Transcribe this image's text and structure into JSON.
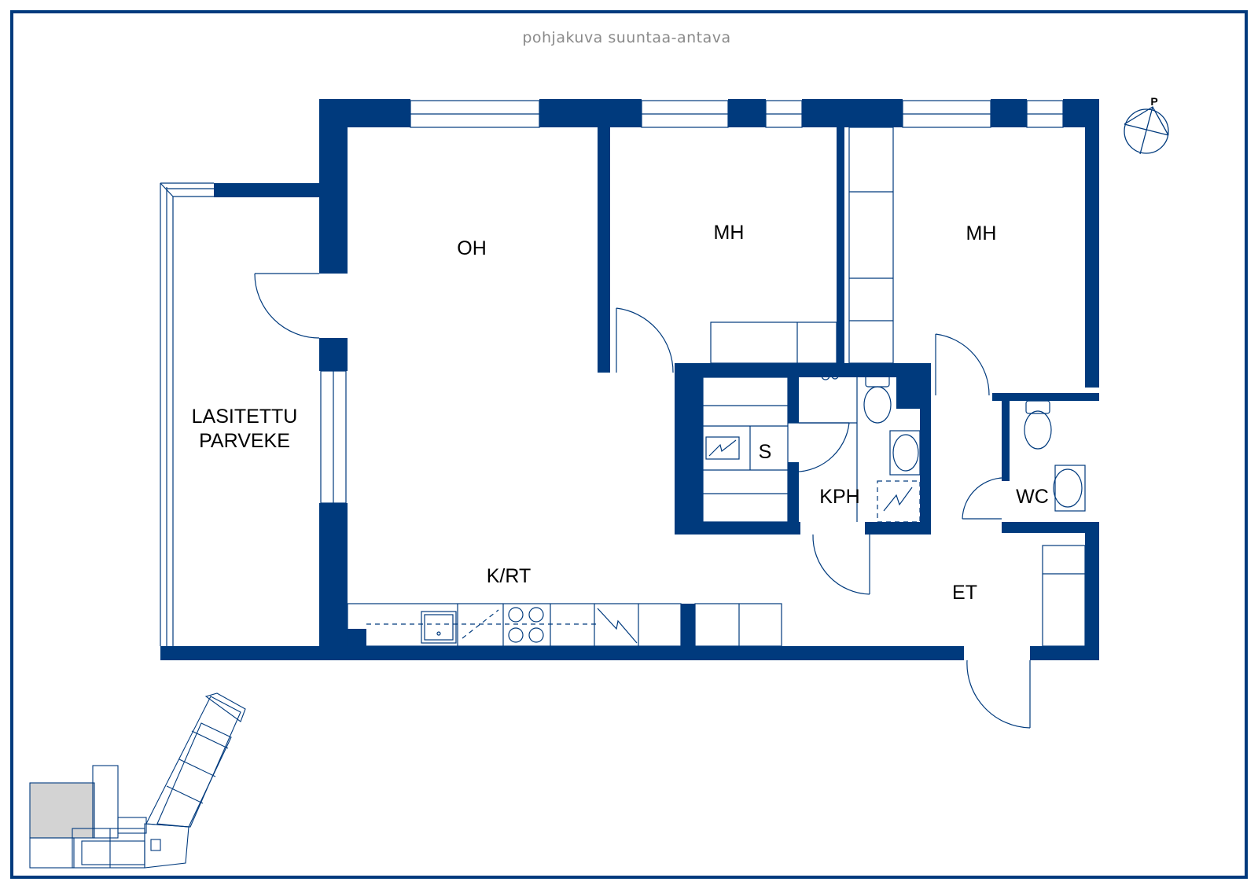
{
  "caption": "pohjakuva suuntaa-antava",
  "north_label": "P",
  "rooms": {
    "oh": "OH",
    "mh1": "MH",
    "mh2": "MH",
    "balcony_line1": "LASITETTU",
    "balcony_line2": "PARVEKE",
    "s": "S",
    "kph": "KPH",
    "wc": "WC",
    "krt": "K/RT",
    "et": "ET"
  },
  "colors": {
    "wall": "#003a7d",
    "frame": "#003a7d",
    "caption": "#8a8a8a",
    "site_highlight": "#d3d3d3"
  }
}
